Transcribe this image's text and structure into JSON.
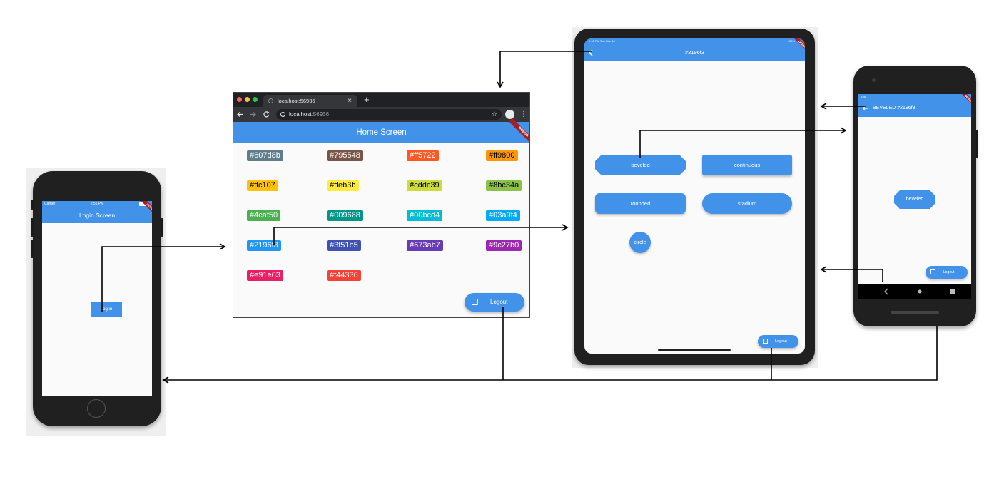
{
  "iphone": {
    "carrier": "Carrier",
    "time": "2:51 PM",
    "title": "Login Screen",
    "login_button": "Log in",
    "debug_banner": "DEBUG"
  },
  "browser": {
    "tab_title": "localhost:56936",
    "url_host": "localhost",
    "url_port": ":56936",
    "tab_close": "×",
    "new_tab": "+",
    "title": "Home Screen",
    "debug_banner": "DEBUG",
    "colors": [
      "#607d8b",
      "#795548",
      "#ff5722",
      "#ff9800",
      "#ffc107",
      "#ffeb3b",
      "#cddc39",
      "#8bc34a",
      "#4caf50",
      "#009688",
      "#00bcd4",
      "#03a9f4",
      "#2196f3",
      "#3f51b5",
      "#673ab7",
      "#9c27b0",
      "#e91e63",
      "#f44336"
    ],
    "logout_label": "Logout"
  },
  "ipad": {
    "status_left": "2:46 PM  Sun Mar 14",
    "status_right": "100%",
    "title": "#2196f3",
    "debug_banner": "DEBUG",
    "shapes": [
      "beveled",
      "continuous",
      "rounded",
      "stadium",
      "circle"
    ],
    "logout_label": "Logout"
  },
  "android": {
    "status_time": "2:56",
    "title": "BEVELED #2196f3",
    "debug_banner": "DEBUG",
    "shape_label": "beveled",
    "logout_label": "Logout"
  },
  "colors": {
    "primary": "#4192e8",
    "arrow": "#000000",
    "device": "#202020"
  }
}
